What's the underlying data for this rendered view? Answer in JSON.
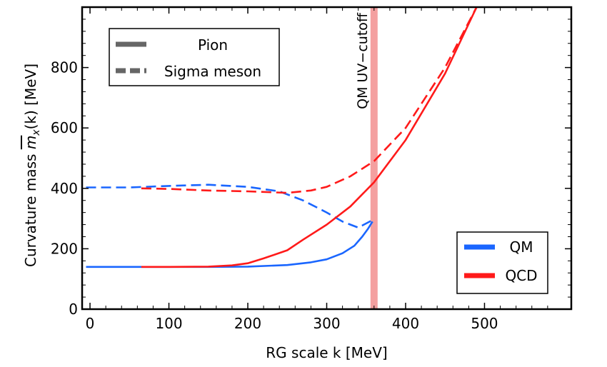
{
  "chart_data": {
    "type": "line",
    "xlabel": "RG scale k [MeV]",
    "ylabel_prefix": "Curvature mass ",
    "ylabel_symbol": "m",
    "ylabel_subscript": "x",
    "ylabel_suffix": "(k) [MeV]",
    "xlim": [
      -10,
      610
    ],
    "ylim": [
      0,
      1000
    ],
    "x_ticks": [
      0,
      100,
      200,
      300,
      400,
      500
    ],
    "y_ticks": [
      0,
      200,
      400,
      600,
      800
    ],
    "x_tick_labels": [
      "0",
      "100",
      "200",
      "300",
      "400",
      "500"
    ],
    "y_tick_labels": [
      "0",
      "200",
      "400",
      "600",
      "800"
    ],
    "grid": false,
    "cutoff": {
      "x": 360,
      "label": "QM UV−cutoff",
      "color": "#f4a0a0"
    },
    "legend_linestyle": {
      "placement": "top-left",
      "entries": [
        {
          "label": "Pion",
          "style": "solid"
        },
        {
          "label": "Sigma meson",
          "style": "dashed"
        }
      ]
    },
    "legend_model": {
      "placement": "bottom-right",
      "entries": [
        {
          "label": "QM",
          "color": "#1a66ff"
        },
        {
          "label": "QCD",
          "color": "#ff1a1a"
        }
      ]
    },
    "series": [
      {
        "model": "QM",
        "particle": "Pion",
        "color": "#1a66ff",
        "style": "solid",
        "x": [
          -5,
          50,
          100,
          150,
          200,
          250,
          280,
          300,
          320,
          335,
          345,
          352,
          358
        ],
        "y": [
          140,
          140,
          140,
          140,
          141,
          146,
          155,
          165,
          185,
          210,
          240,
          265,
          290
        ]
      },
      {
        "model": "QM",
        "particle": "Sigma meson",
        "color": "#1a66ff",
        "style": "dashed",
        "x": [
          -5,
          50,
          100,
          150,
          200,
          240,
          270,
          300,
          320,
          340,
          358
        ],
        "y": [
          403,
          403,
          408,
          412,
          405,
          390,
          360,
          320,
          290,
          270,
          295
        ]
      },
      {
        "model": "QCD",
        "particle": "Pion",
        "color": "#ff1a1a",
        "style": "solid",
        "x": [
          65,
          100,
          150,
          180,
          200,
          220,
          250,
          270,
          300,
          330,
          360,
          400,
          450,
          490
        ],
        "y": [
          140,
          140,
          141,
          145,
          152,
          168,
          195,
          230,
          280,
          340,
          420,
          560,
          780,
          1000
        ]
      },
      {
        "model": "QCD",
        "particle": "Sigma meson",
        "color": "#ff1a1a",
        "style": "dashed",
        "x": [
          65,
          100,
          150,
          200,
          250,
          280,
          300,
          330,
          360,
          400,
          450,
          490
        ],
        "y": [
          400,
          398,
          393,
          390,
          385,
          393,
          405,
          440,
          490,
          600,
          800,
          1000
        ]
      }
    ]
  }
}
